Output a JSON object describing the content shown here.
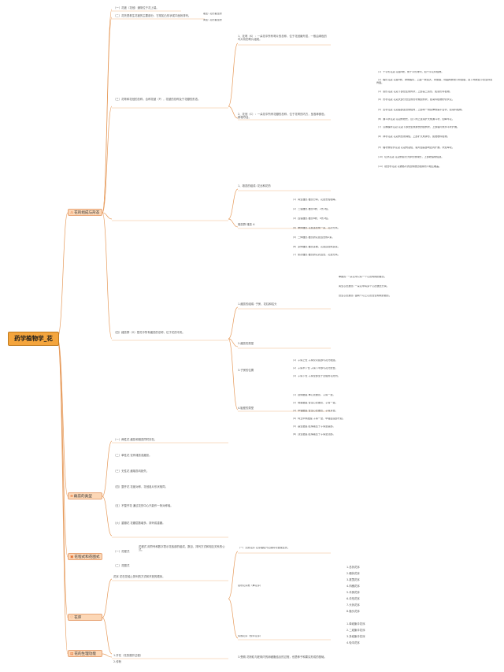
{
  "root": {
    "title": "药学植物学_花"
  },
  "branches": [
    {
      "key": "b1",
      "icon": "⚠",
      "icon_name": "warning-icon",
      "label": "花的组成与形态"
    },
    {
      "key": "b2",
      "icon": "⊕",
      "icon_name": "target-icon",
      "label": "雌蕊的类型"
    },
    {
      "key": "b3",
      "icon": "▣",
      "icon_name": "grid-icon",
      "label": "花程式和花图式"
    },
    {
      "key": "b4",
      "icon": "♡",
      "icon_name": "heart-icon",
      "label": "花序"
    },
    {
      "key": "b5",
      "icon": "▤",
      "icon_name": "document-icon",
      "label": "花的生理功能"
    }
  ],
  "b1": {
    "top": [
      "（一）花被（花冠）通常位于花上端。",
      "（二）花托是着生花被的主要部分，它常如凸形状或平面状排列。",
      "着生: 花托着生的",
      "离生: 花托着生的"
    ],
    "c1": [
      "1、花萼（K）：一朵花中所有萼片的总称，位于花冠最外层，一般由绿色的叶片状的萼片组成。",
      "2、花冠（C）：一朵花中所有花瓣的总称，位于花萼的内方，呈各种颜色，鲜艳夺目。",
      "（1）十字形花冠 花瓣4枚，成十字形排列，如十字花科植物。",
      "（2）蝶形花冠 花瓣5枚，排成蝶形，上面一枚最大，称旗瓣，侧面两枚较小称翼瓣，最下两枚最小合生称龙骨瓣。",
      "（3）唇形花冠 花冠下部合生成筒状，上部呈二唇形，如唇形科植物。",
      "（4）管状花冠 花冠大部分合生成管状或圆筒状，如菊科植物的管状花。",
      "（5）舌状花冠 花冠基部连合成短筒，上部向一侧延伸成扁平舌状，如菊科植物。",
      "（6）漏斗状花冠 花冠筒较长，自下向上逐渐扩大成漏斗状，如牵牛花。",
      "（7）高脚碟状花冠 花冠下部合生成狭长的圆筒状，上部裂片成水平状扩展。",
      "（8）钟状花冠 花冠筒宽而稍短，上部扩大成钟形，如桔梗科植物。",
      "（9）辐状或轮状花冠 花冠筒甚短，裂片由基部向四周扩展，状如车轮。",
      "（10）坛状花冠 花冠筒膨大为卵形或球形，上部收缩成短颈。",
      "（11）镊合状花冠 花被各片的边缘彼此相接而不相互覆盖。"
    ],
    "c2": [
      "（三）花萼和花冠的总称，合称花被（P），花被的总称及于花瓣的形态。",
      "1、雄蕊的组成: 花丝和花药",
      "雄蕊群 雄蕊 A",
      "（1）离生雄蕊 雄蕊分离，花丝长短相等。",
      "（2）二强雄蕊 雄蕊4枚，2长2短。",
      "（3）四强雄蕊 雄蕊6枚，4长2短。",
      "（4）单体雄蕊 花丝连合成一束，花药分离。",
      "（5）二体雄蕊 雄蕊的花丝连合成2束。",
      "（6）多体雄蕊 雄蕊多数，花丝连合成多束。",
      "（7）聚药雄蕊 雄蕊的花药连合，花丝分离。"
    ],
    "c3": [
      "（四）雌蕊群（G）是花中所有雌蕊的总称，位于花的中央。",
      "1.雌蕊的组成: 子房、花柱和柱头",
      "2.雌蕊的类型",
      "单雌蕊: 一朵花中只有一个心皮构成的雌蕊。",
      "离生心皮雌蕊: 一朵花中有多个心皮彼此分离。",
      "合生心皮雌蕊: 由两个以上心皮合生构成的雌蕊。",
      "3.子房的位置",
      "（1）子房上位 子房仅以底部与花托相连。",
      "（2）子房半下位 子房下半部与花托愈合。",
      "（3）子房下位 子房全部生于凹陷的花托内。",
      "4.胎座的类型",
      "（1）边缘胎座 单心皮雌蕊，子房一室。",
      "（2）侧膜胎座 合生心皮雌蕊，子房一室。",
      "（3）中轴胎座 合生心皮雌蕊，子房多室。",
      "（4）特立中央胎座 子房一室，中轴自底部升起。",
      "（5）基生胎座 胚珠着生于子房室基部。",
      "（6）顶生胎座 胚珠着生于子房室顶部。"
    ]
  },
  "b2": [
    "（一）两性花 雌蕊和雄蕊同时存在。",
    "（二）单性花 仅有雄蕊或雌蕊。",
    "（三）无性花 雌雄蕊均缺失。",
    "（四）整齐花 花被对称，花冠各片形状相同。",
    "（五）不整齐花 通过花的中心只能作一条对称轴。",
    "（六）重瓣花 花瓣层数增多，排列成重瓣。"
  ],
  "b3": [
    "（一）花程式",
    "花程式 用符号和数字表示花各部的组成、数目、排列方式和相互关系的公式。",
    "（二）花图式"
  ],
  "b4": {
    "intro": "花序 花在花轴上排列的方式和开放的顺序。",
    "items": [
      "（一）无限花序 花序轴在开花期间可继续生长。",
      "总状花序类（单花序）",
      "1.总状花序",
      "2.穗状花序",
      "3.葇荑花序",
      "4.肉穗花序",
      "5.伞房花序",
      "6.伞形花序",
      "7.头状花序",
      "8.隐头花序",
      "有限花序（聚伞花序）",
      "1.单歧聚伞花序",
      "2.二歧聚伞花序",
      "3.多歧聚伞花序",
      "4.轮伞花序"
    ]
  },
  "b5": [
    "1.开花（花的展开过程）",
    "2.传粉",
    "3.受精 花粉粒与胚珠内的卵细胞结合的过程，也是种子和果实形成的基础。"
  ]
}
